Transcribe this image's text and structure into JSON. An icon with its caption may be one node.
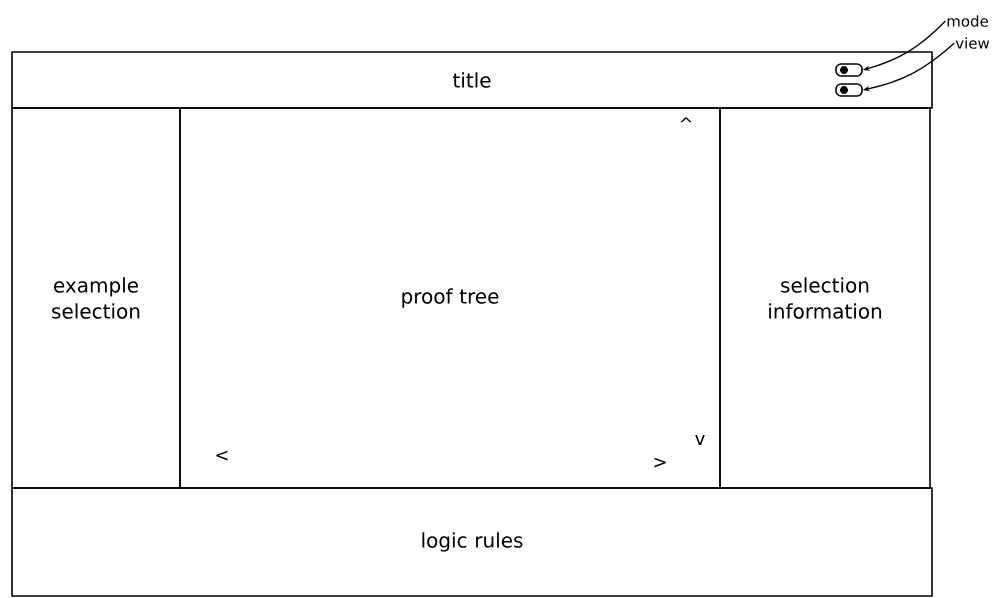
{
  "diagram": {
    "nodes": [
      {
        "text": [
          "title"
        ]
      },
      {
        "text": [
          "example selection"
        ]
      },
      {
        "text": [
          "proof tree"
        ]
      },
      {
        "text": [
          "selection information"
        ]
      },
      {
        "text": [
          "logic rules"
        ]
      },
      {
        "text": [
          "mode"
        ]
      },
      {
        "text": [
          "view"
        ]
      },
      {
        "text": [],
        "shape": "toggle",
        "in": 0
      },
      {
        "text": [],
        "shape": "toggle",
        "in": 0
      }
    ],
    "edges": [
      {
        "from": 5,
        "to": 7,
        "arrow": "to"
      },
      {
        "from": 6,
        "to": 8,
        "arrow": "to"
      }
    ],
    "labels": [
      "^",
      "v",
      "<",
      ">"
    ]
  }
}
